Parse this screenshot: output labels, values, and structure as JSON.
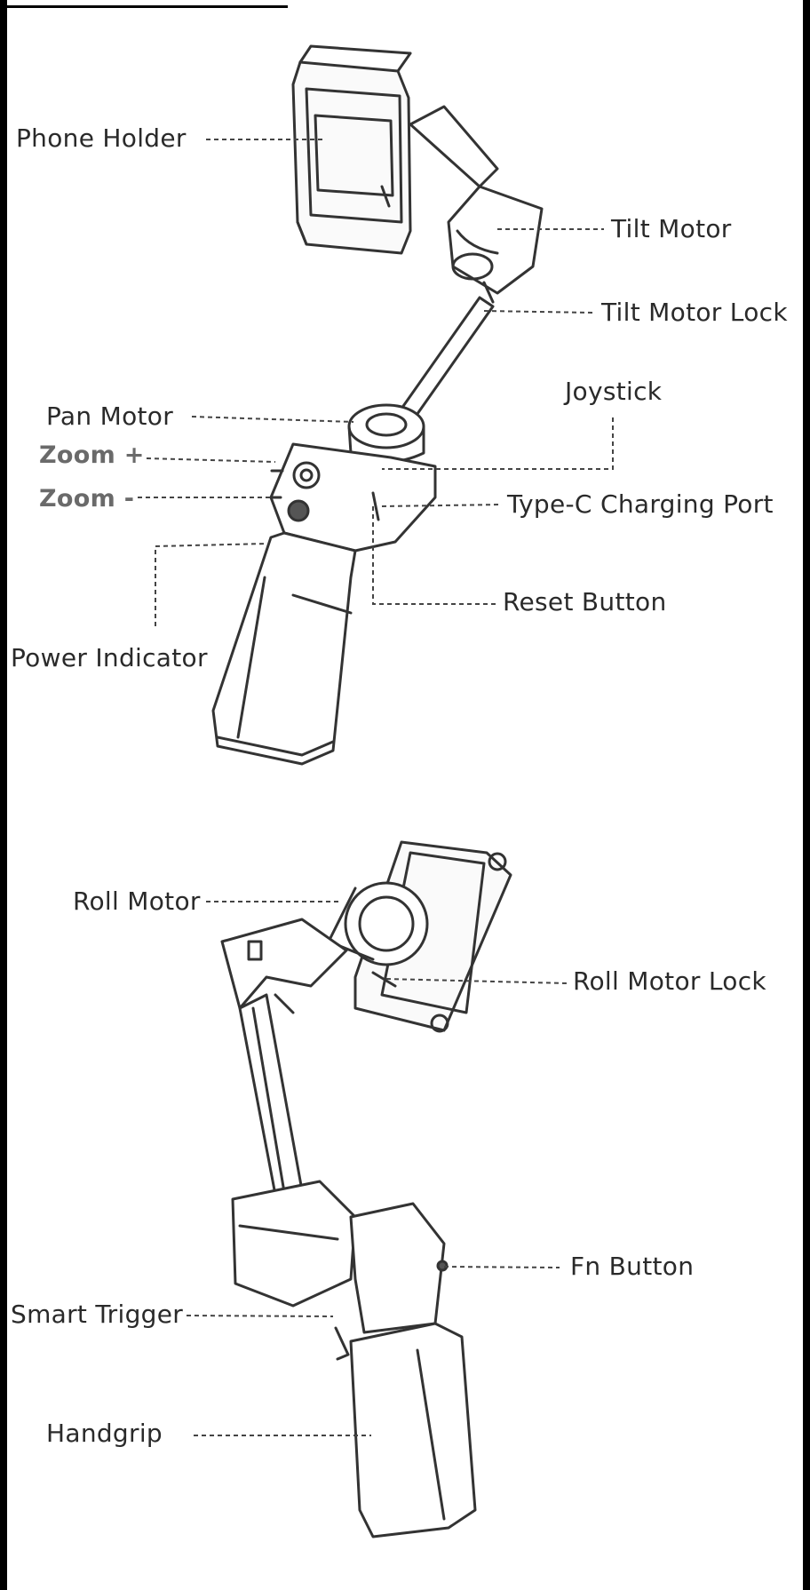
{
  "labels": {
    "phone_holder": "Phone Holder",
    "tilt_motor": "Tilt Motor",
    "tilt_motor_lock": "Tilt Motor Lock",
    "joystick": "Joystick",
    "pan_motor": "Pan Motor",
    "zoom_plus": "Zoom +",
    "zoom_minus": "Zoom -",
    "type_c_port": "Type-C Charging Port",
    "reset_button": "Reset Button",
    "power_indicator": "Power Indicator",
    "roll_motor": "Roll Motor",
    "roll_motor_lock": "Roll Motor Lock",
    "fn_button": "Fn Button",
    "smart_trigger": "Smart Trigger",
    "handgrip": "Handgrip"
  }
}
